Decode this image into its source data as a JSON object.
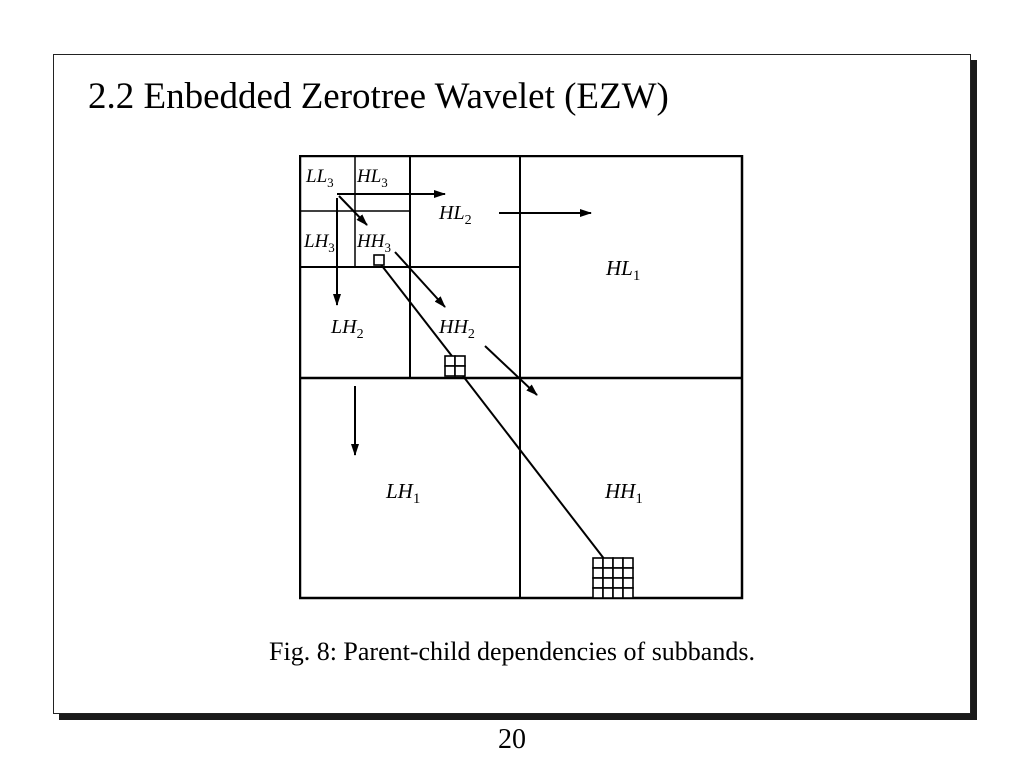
{
  "slide": {
    "title": "2.2 Enbedded Zerotree Wavelet (EZW)",
    "caption": "Fig. 8: Parent-child dependencies of subbands.",
    "page_number": "20"
  },
  "diagram": {
    "subbands": [
      {
        "id": "LL3",
        "letters": "LL",
        "sub": "3"
      },
      {
        "id": "HL3",
        "letters": "HL",
        "sub": "3"
      },
      {
        "id": "LH3",
        "letters": "LH",
        "sub": "3"
      },
      {
        "id": "HH3",
        "letters": "HH",
        "sub": "3"
      },
      {
        "id": "HL2",
        "letters": "HL",
        "sub": "2"
      },
      {
        "id": "LH2",
        "letters": "LH",
        "sub": "2"
      },
      {
        "id": "HH2",
        "letters": "HH",
        "sub": "2"
      },
      {
        "id": "HL1",
        "letters": "HL",
        "sub": "1"
      },
      {
        "id": "LH1",
        "letters": "LH",
        "sub": "1"
      },
      {
        "id": "HH1",
        "letters": "HH",
        "sub": "1"
      }
    ],
    "child_grid_levels": [
      1,
      2,
      4
    ]
  }
}
